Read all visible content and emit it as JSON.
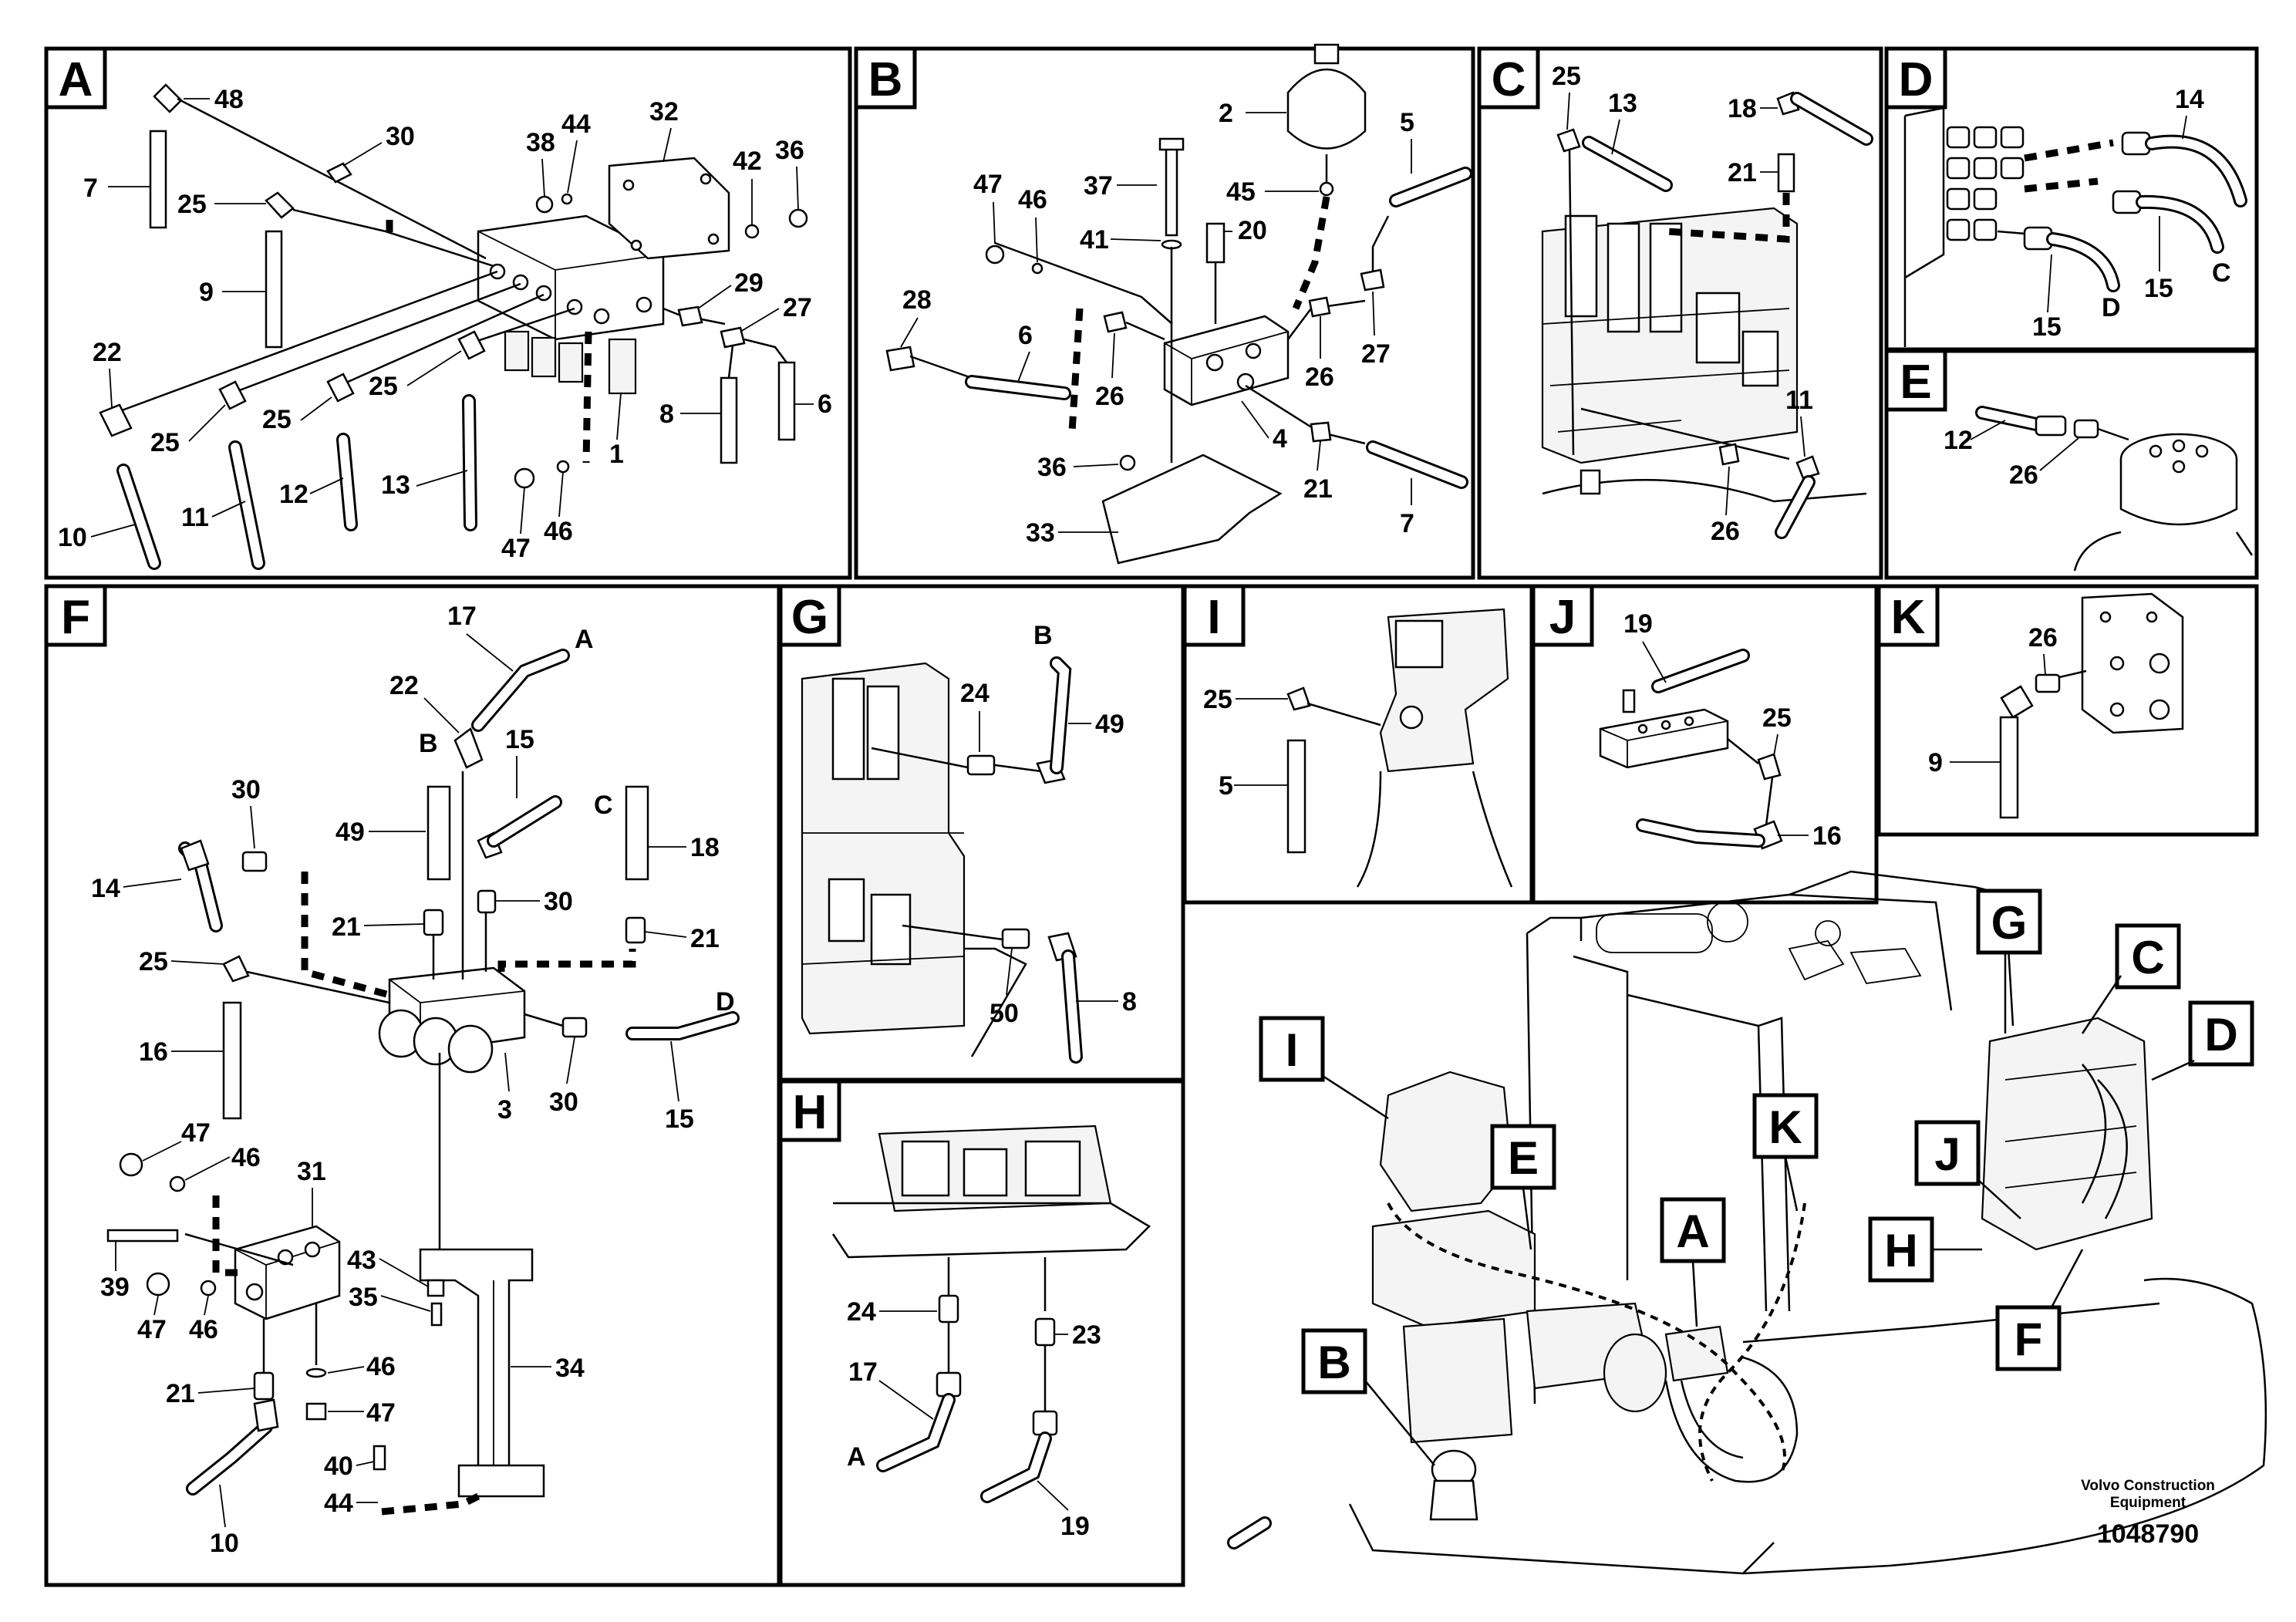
{
  "panels": [
    {
      "id": "A",
      "callouts": [
        "48",
        "7",
        "30",
        "25",
        "9",
        "38",
        "44",
        "32",
        "42",
        "36",
        "29",
        "27",
        "22",
        "25",
        "25",
        "25",
        "13",
        "8",
        "6",
        "10",
        "11",
        "12",
        "47",
        "46",
        "1"
      ]
    },
    {
      "id": "B",
      "callouts": [
        "2",
        "5",
        "47",
        "46",
        "37",
        "45",
        "41",
        "20",
        "28",
        "6",
        "26",
        "26",
        "27",
        "36",
        "4",
        "21",
        "33",
        "7"
      ]
    },
    {
      "id": "C",
      "callouts": [
        "25",
        "13",
        "18",
        "21",
        "11",
        "26"
      ]
    },
    {
      "id": "D",
      "callouts": [
        "14",
        "15",
        "15",
        "D",
        "C"
      ]
    },
    {
      "id": "E",
      "callouts": [
        "12",
        "26"
      ]
    },
    {
      "id": "F",
      "callouts": [
        "17",
        "A",
        "22",
        "B",
        "15",
        "C",
        "30",
        "49",
        "18",
        "14",
        "30",
        "21",
        "21",
        "25",
        "D",
        "16",
        "3",
        "30",
        "15",
        "47",
        "46",
        "31",
        "39",
        "47",
        "46",
        "43",
        "35",
        "21",
        "46",
        "47",
        "34",
        "40",
        "44",
        "10"
      ]
    },
    {
      "id": "G",
      "callouts": [
        "B",
        "24",
        "49",
        "50",
        "8"
      ]
    },
    {
      "id": "H",
      "callouts": [
        "24",
        "23",
        "17",
        "A",
        "19"
      ]
    },
    {
      "id": "I",
      "callouts": [
        "25",
        "5"
      ]
    },
    {
      "id": "J",
      "callouts": [
        "19",
        "25",
        "16"
      ]
    },
    {
      "id": "K",
      "callouts": [
        "26",
        "9"
      ]
    }
  ],
  "overview_refs": [
    "I",
    "E",
    "K",
    "A",
    "B",
    "G",
    "C",
    "D",
    "J",
    "H",
    "F"
  ],
  "footer": {
    "company": "Volvo Construction",
    "company2": "Equipment",
    "doc_number": "1048790"
  }
}
